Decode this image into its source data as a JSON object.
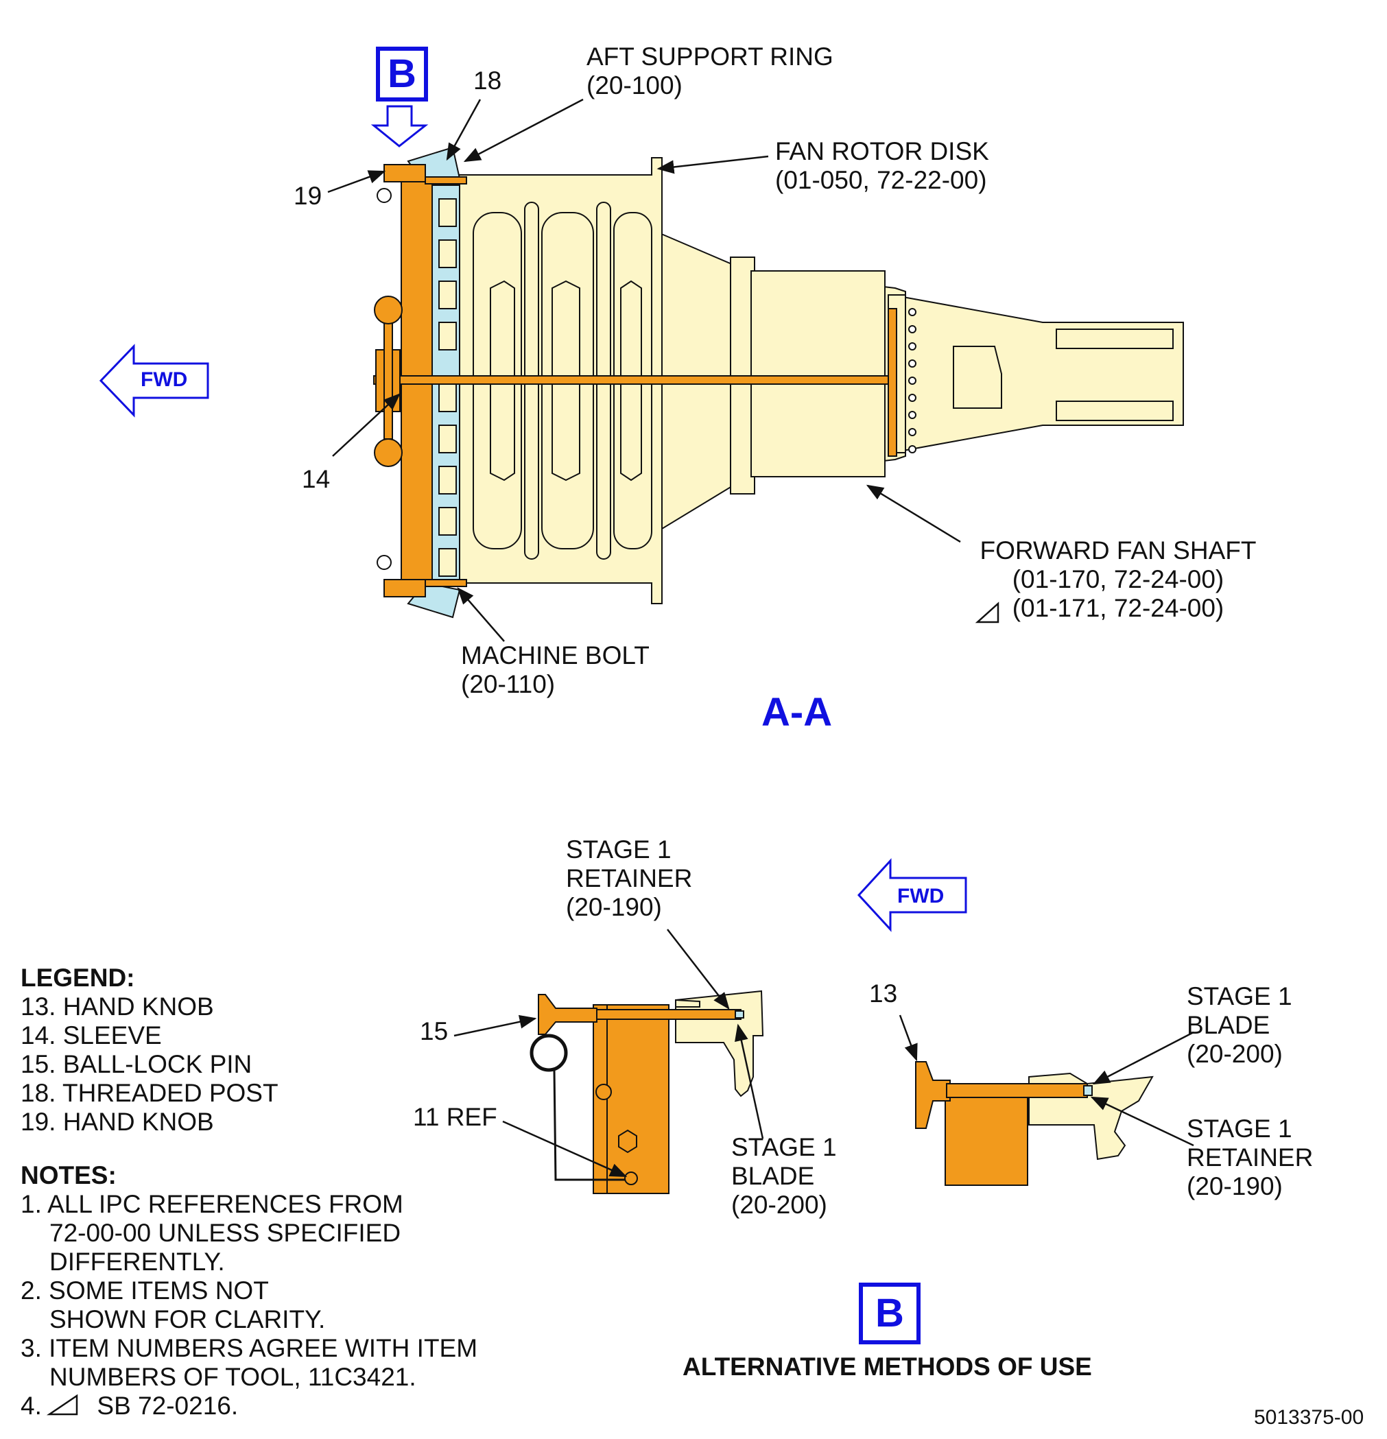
{
  "view_aa": {
    "title": "A-A",
    "fwd": "FWD",
    "view_marker": "B",
    "callouts": {
      "item18": "18",
      "item19": "19",
      "item14": "14"
    },
    "labels": {
      "aft_support_ring": [
        "AFT SUPPORT RING",
        "(20-100)"
      ],
      "fan_rotor_disk": [
        "FAN ROTOR DISK",
        "(01-050, 72-22-00)"
      ],
      "forward_fan_shaft": [
        "FORWARD FAN SHAFT",
        "(01-170, 72-24-00)",
        "(01-171, 72-24-00)"
      ],
      "machine_bolt": [
        "MACHINE BOLT",
        "(20-110)"
      ]
    }
  },
  "view_b": {
    "marker": "B",
    "caption": "ALTERNATIVE METHODS OF USE",
    "fwd": "FWD",
    "callouts": {
      "item15": "15",
      "item11": "11 REF",
      "item13": "13"
    },
    "labels": {
      "left_retainer": [
        "STAGE 1",
        "RETAINER",
        "(20-190)"
      ],
      "left_blade": [
        "STAGE 1",
        "BLADE",
        "(20-200)"
      ],
      "right_blade": [
        "STAGE 1",
        "BLADE",
        "(20-200)"
      ],
      "right_retainer": [
        "STAGE 1",
        "RETAINER",
        "(20-190)"
      ]
    }
  },
  "legend": {
    "heading": "LEGEND:",
    "items": [
      "13. HAND KNOB",
      "14. SLEEVE",
      "15. BALL-LOCK PIN",
      "18. THREADED POST",
      "19. HAND KNOB"
    ]
  },
  "notes": {
    "heading": "NOTES:",
    "items": [
      [
        "1. ALL IPC REFERENCES FROM",
        "72-00-00 UNLESS SPECIFIED",
        "DIFFERENTLY."
      ],
      [
        "2. SOME ITEMS NOT",
        "SHOWN FOR CLARITY."
      ],
      [
        "3. ITEM NUMBERS AGREE WITH ITEM",
        "NUMBERS OF TOOL, 11C3421."
      ],
      [
        "4.",
        "SB 72-0216."
      ]
    ]
  },
  "drawing_number": "5013375-00",
  "colors": {
    "tool_orange": "#f29a1c",
    "part_cream": "#fdf6c8",
    "blade_blue": "#bfe6ef",
    "callout_blue": "#1010e0",
    "line": "#111111"
  }
}
